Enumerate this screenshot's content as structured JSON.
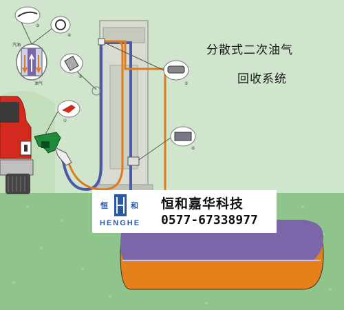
{
  "diagram": {
    "title_line1": "分散式二次油气",
    "title_line2": "回收系统",
    "inset_labels": {
      "gasoline": "汽油",
      "vapor": "油气"
    },
    "callout_numbers": [
      "①",
      "②",
      "③",
      "④",
      "⑤",
      "⑥"
    ]
  },
  "brand": {
    "company_name": "恒和嘉华科技",
    "phone": "0577-67338977",
    "latin_name": "HENGHE",
    "logo_chars": [
      "恒",
      "和"
    ]
  },
  "colors": {
    "sky": "#cfe6cc",
    "ground": "#8fc58a",
    "wall": "#d9e9c3",
    "tank_purple": "#7a66a8",
    "tank_orange": "#e6801a",
    "pipe_blue": "#4a5aa8",
    "pipe_orange": "#e07a1a",
    "truck_red": "#d42a1e",
    "nozzle_green": "#1e8a3a"
  }
}
